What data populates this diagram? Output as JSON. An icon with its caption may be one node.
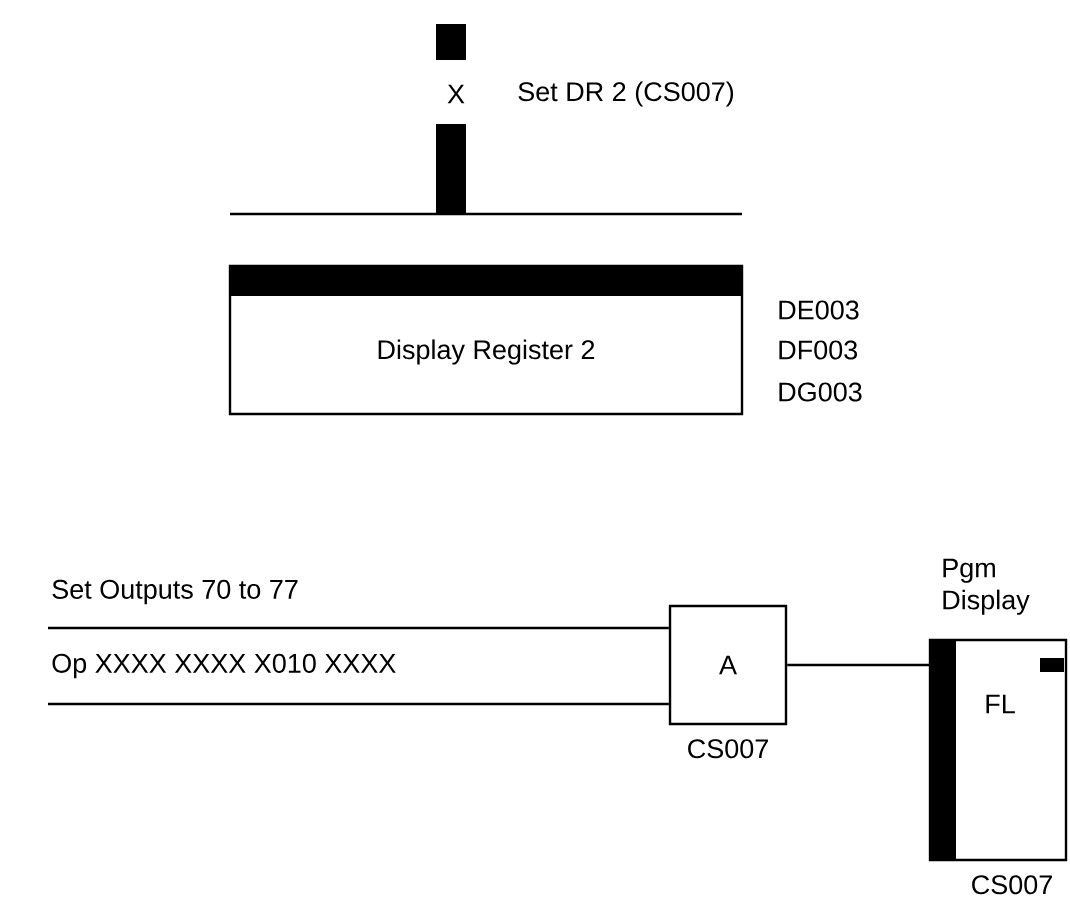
{
  "diagram": {
    "nodes": [
      {
        "text": [
          "Display Register 2"
        ],
        "beside": [
          "DE003",
          "DF003",
          "DG003"
        ]
      },
      {
        "text": [
          "A"
        ],
        "beside": [
          "CS007"
        ]
      },
      {
        "text": [
          "Pgm Display",
          "FL"
        ],
        "beside": [
          "CS007"
        ]
      }
    ],
    "edges": [
      {
        "from": 1,
        "to": 2,
        "arrow": "none"
      },
      {
        "from": null,
        "to": 1,
        "arrow": "none"
      },
      {
        "from": null,
        "to": 1,
        "arrow": "none"
      }
    ],
    "labels": [
      "X",
      "Set DR 2 (CS007)",
      "Set Outputs 70 to 77",
      "Op XXXX XXXX X010 XXXX"
    ]
  }
}
